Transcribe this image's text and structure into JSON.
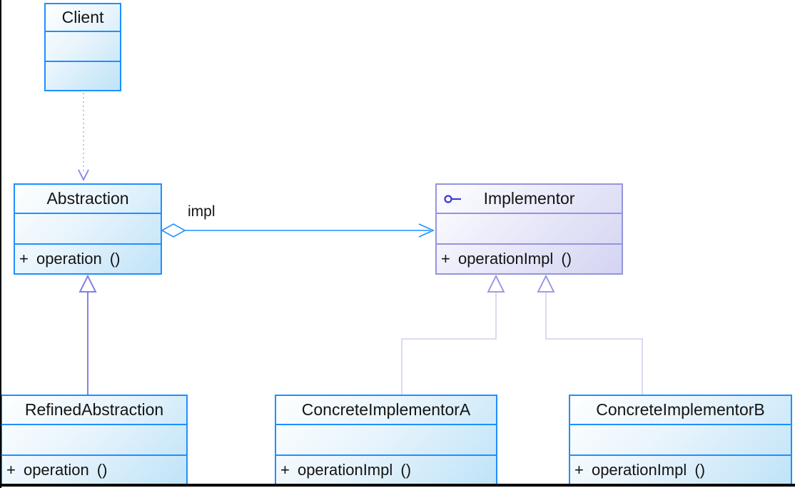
{
  "classes": {
    "client": {
      "name": "Client"
    },
    "abstraction": {
      "name": "Abstraction",
      "method": "+ operation ()"
    },
    "implementor": {
      "name": "Implementor",
      "method": "+ operationImpl ()",
      "stereotype_icon": "interface-lollipop-icon"
    },
    "refined_abstraction": {
      "name": "RefinedAbstraction",
      "method": "+ operation ()"
    },
    "concrete_implementor_a": {
      "name": "ConcreteImplementorA",
      "method": "+ operationImpl ()"
    },
    "concrete_implementor_b": {
      "name": "ConcreteImplementorB",
      "method": "+ operationImpl ()"
    }
  },
  "relations": {
    "aggregation_label": "impl",
    "list": [
      {
        "from": "Client",
        "to": "Abstraction",
        "type": "dependency-dashed-arrow"
      },
      {
        "from": "Abstraction",
        "to": "Implementor",
        "type": "aggregation-diamond-arrow",
        "label": "impl"
      },
      {
        "from": "RefinedAbstraction",
        "to": "Abstraction",
        "type": "generalization-triangle"
      },
      {
        "from": "ConcreteImplementorA",
        "to": "Implementor",
        "type": "generalization-triangle"
      },
      {
        "from": "ConcreteImplementorB",
        "to": "Implementor",
        "type": "generalization-triangle"
      }
    ]
  },
  "colors": {
    "class_border_blue": "#1e90ff",
    "class_fill_light": "#feffff",
    "class_fill_dark": "#bfe3f8",
    "interface_border_purple": "#9494dc",
    "interface_fill_dark": "#d4d4f2",
    "interface_icon_blue": "#3b3bd2",
    "aggregation_blue": "#1e90ff",
    "generalization_purple": "#8282e4",
    "dependency_dash_purple": "#b3b3ee",
    "elbow_light_purple": "#cdcdf1",
    "triangle_purple": "#9090e6",
    "text": "#141414",
    "canvas_frame_black": "#000000"
  }
}
